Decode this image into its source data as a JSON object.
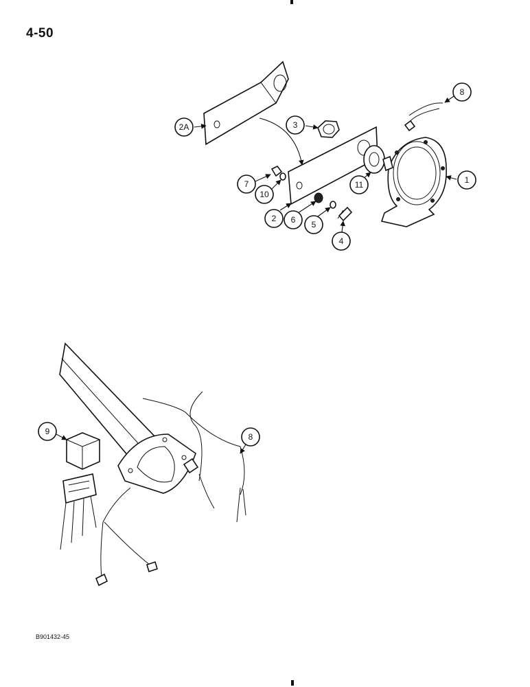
{
  "page_number": "4-50",
  "figure_code": "B901432-45",
  "callouts": {
    "c1": "1",
    "c2": "2",
    "c2a": "2A",
    "c3": "3",
    "c4": "4",
    "c5": "5",
    "c6": "6",
    "c7": "7",
    "c8a": "8",
    "c8b": "8",
    "c9": "9",
    "c10": "10",
    "c11": "11"
  }
}
